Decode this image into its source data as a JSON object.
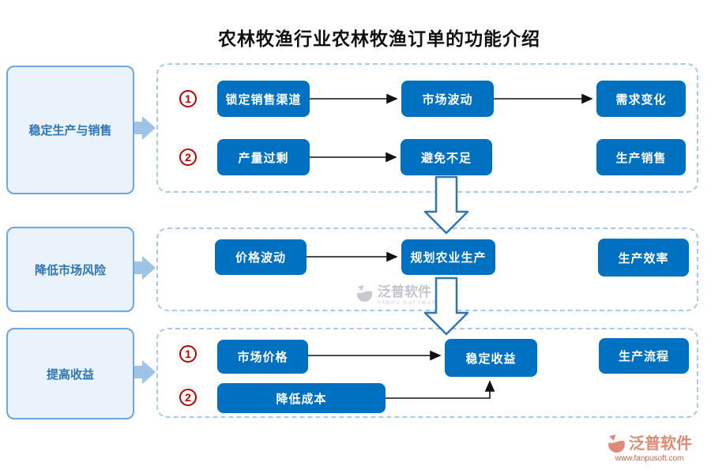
{
  "title": "农林牧渔行业农林牧渔订单的功能介绍",
  "sections": [
    {
      "name": "稳定生产与销售",
      "rows": [
        {
          "num": "1",
          "steps": [
            "锁定销售渠道",
            "市场波动",
            "需求变化"
          ]
        },
        {
          "num": "2",
          "steps": [
            "产量过剩",
            "避免不足",
            "生产销售"
          ]
        }
      ]
    },
    {
      "name": "降低市场风险",
      "rows": [
        {
          "num": "",
          "steps": [
            "价格波动",
            "规划农业生产",
            "生产效率"
          ]
        }
      ]
    },
    {
      "name": "提高收益",
      "rows": [
        {
          "num": "1",
          "steps": [
            "市场价格",
            "稳定收益",
            "生产流程"
          ]
        },
        {
          "num": "2",
          "steps": [
            "降低成本"
          ]
        }
      ]
    }
  ],
  "watermark_center": {
    "brand": "泛普软件",
    "sub": "FANPU SOFTWARE"
  },
  "watermark_footer": {
    "brand": "泛普软件",
    "url": "www.fanpusoft.com"
  },
  "colors": {
    "button_blue": "#0070C0",
    "panel_dash_border": "#A9C9E8",
    "sidebar_fill": "#EAF2FB",
    "sidebar_border": "#6FA7DC",
    "sidebar_text": "#2E75B6",
    "number_red": "#C00000",
    "connector_black": "#111111",
    "fat_arrow_blue": "#9DC3E6",
    "down_arrow_outline": "#2E75B6",
    "watermark_gray": "#C2C5CC",
    "logo_salmon": "#DE8A76",
    "url_red": "#C9664D"
  }
}
